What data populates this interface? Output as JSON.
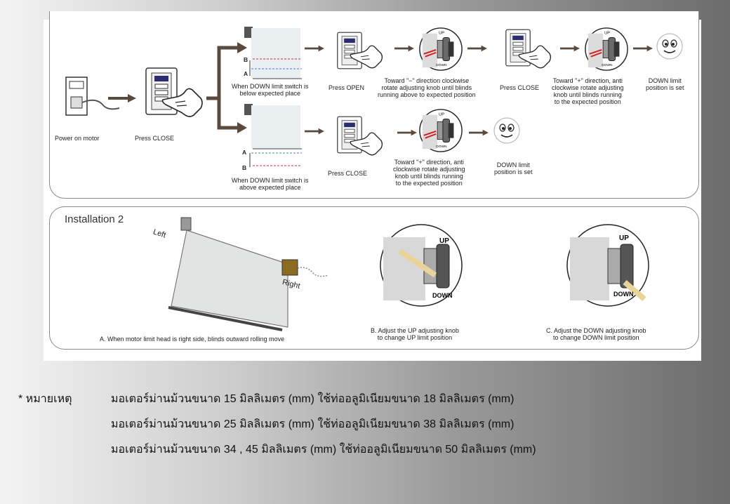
{
  "installation1": {
    "step_power": "Power on motor",
    "step_press_close": "Press CLOSE",
    "upper": {
      "limit_caption_1": "When DOWN limit switch is",
      "limit_caption_2": "below expected place",
      "marker_b": "B",
      "marker_a": "A",
      "press_open": "Press OPEN",
      "rotate_1": "Toward \"−\" direction clockwise",
      "rotate_2": "rotate adjusting knob until blinds",
      "rotate_3": "running above to expected position",
      "press_close": "Press CLOSE",
      "adjust_1": "Toward \"+\" direction, anti",
      "adjust_2": "clockwise rotate adjusting",
      "adjust_3": "knob until blinds running",
      "adjust_4": "to the expected position",
      "set_1": "DOWN limit",
      "set_2": "position is set"
    },
    "lower": {
      "limit_caption_1": "When DOWN limit switch is",
      "limit_caption_2": "above expected place",
      "marker_a": "A",
      "marker_b": "B",
      "press_close": "Press CLOSE",
      "adjust_1": "Toward \"+\" direction, anti",
      "adjust_2": "clockwise rotate adjusting",
      "adjust_3": "knob until blinds running",
      "adjust_4": "to the expected position",
      "set_1": "DOWN limit",
      "set_2": "position is set"
    },
    "knob_up": "UP",
    "knob_down": "DOWN"
  },
  "installation2": {
    "title": "Installation 2",
    "left_label": "Left",
    "right_label": "Right",
    "caption_a": "A.  When motor limit head is right side,   blinds outward rolling move",
    "caption_b_1": "B.  Adjust the UP adjusting knob",
    "caption_b_2": "to change UP limit position",
    "caption_c_1": "C.  Adjust the DOWN adjusting knob",
    "caption_c_2": "to change DOWN limit position",
    "knob_up": "UP",
    "knob_down": "DOWN"
  },
  "note": {
    "label": "* หมายเหตุ",
    "lines": [
      "มอเตอร์ม่านม้วนขนาด 15 มิลลิเมตร (mm) ใช้ท่ออลูมิเนียมขนาด 18 มิลลิเมตร (mm)",
      "มอเตอร์ม่านม้วนขนาด 25 มิลลิเมตร (mm) ใช้ท่ออลูมิเนียมขนาด 38 มิลลิเมตร (mm)",
      "มอเตอร์ม่านม้วนขนาด 34 , 45 มิลลิเมตร (mm) ใช้ท่ออลูมิเนียมขนาด 50 มิลลิเมตร (mm)"
    ]
  },
  "colors": {
    "arrow": "#5a4a3e",
    "dashed_blue": "#4a7fd0",
    "dashed_red": "#d03030",
    "frame": "#8a8a8a"
  }
}
